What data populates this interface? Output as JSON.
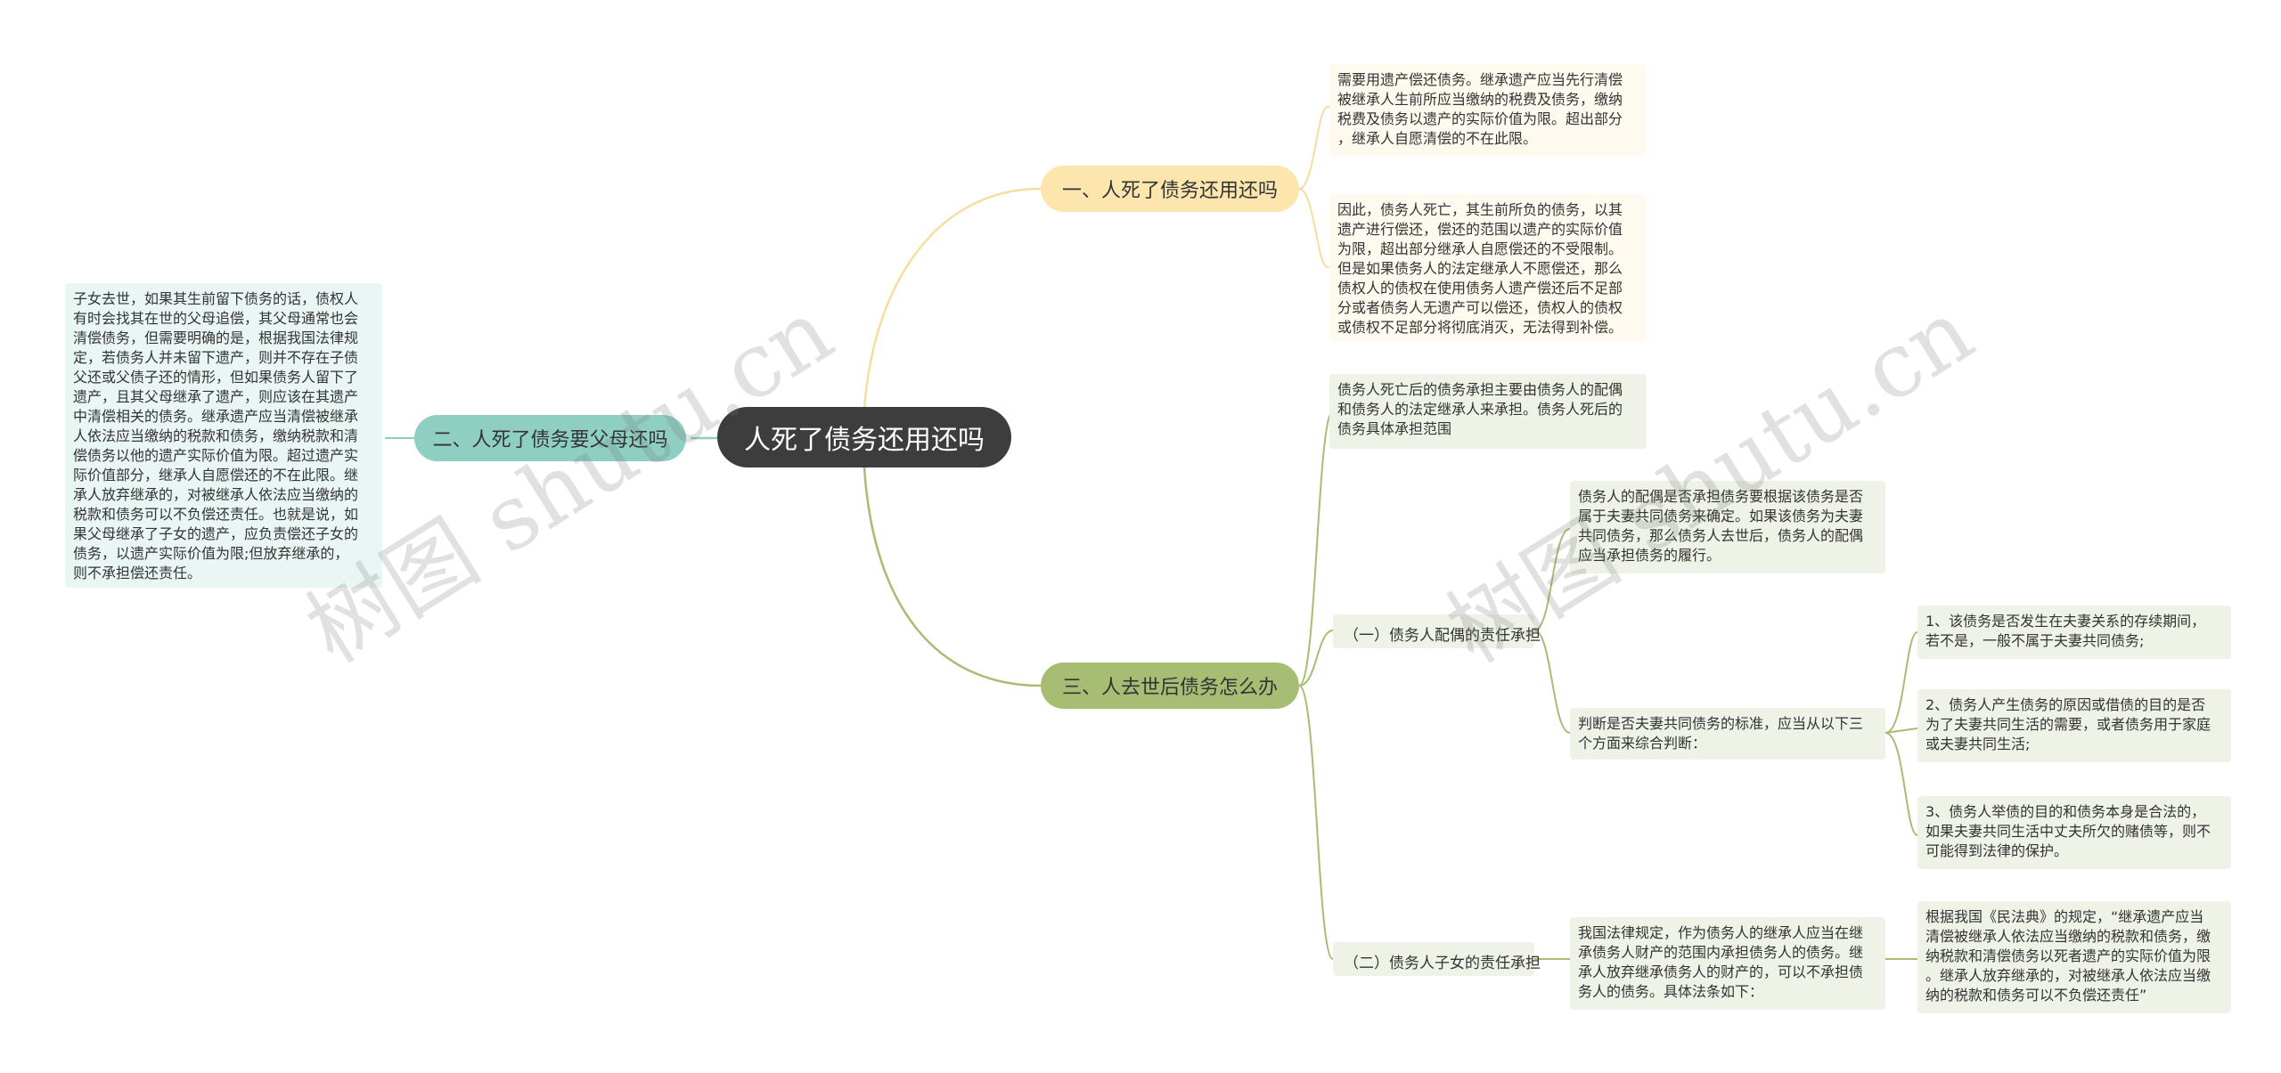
{
  "center": "人死了债务还用还吗",
  "branches": {
    "b1": {
      "label": "一、人死了债务还用还吗",
      "leaf1": "需要用遗产偿还债务。继承遗产应当先行清偿\n被继承人生前所应当缴纳的税费及债务，缴纳\n税费及债务以遗产的实际价值为限。超出部分\n，继承人自愿清偿的不在此限。",
      "leaf2": "因此，债务人死亡，其生前所负的债务，以其\n遗产进行偿还，偿还的范围以遗产的实际价值\n为限，超出部分继承人自愿偿还的不受限制。\n但是如果债务人的法定继承人不愿偿还，那么\n债权人的债权在使用债务人遗产偿还后不足部\n分或者债务人无遗产可以偿还，债权人的债权\n或债权不足部分将彻底消灭，无法得到补偿。"
    },
    "b2": {
      "label": "二、人死了债务要父母还吗",
      "leaf1": "子女去世，如果其生前留下债务的话，债权人\n有时会找其在世的父母追偿，其父母通常也会\n清偿债务，但需要明确的是，根据我国法律规\n定，若债务人并未留下遗产，则并不存在子债\n父还或父债子还的情形，但如果债务人留下了\n遗产，且其父母继承了遗产，则应该在其遗产\n中清偿相关的债务。继承遗产应当清偿被继承\n人依法应当缴纳的税款和债务，缴纳税款和清\n偿债务以他的遗产实际价值为限。超过遗产实\n际价值部分，继承人自愿偿还的不在此限。继\n承人放弃继承的，对被继承人依法应当缴纳的\n税款和债务可以不负偿还责任。也就是说，如\n果父母继承了子女的遗产，应负责偿还子女的\n债务，以遗产实际价值为限;但放弃继承的，\n则不承担偿还责任。"
    },
    "b3": {
      "label": "三、人去世后债务怎么办",
      "intro": "债务人死亡后的债务承担主要由债务人的配偶\n和债务人的法定继承人来承担。债务人死后的\n债务具体承担范围",
      "sub1": {
        "label": "（一）债务人配偶的责任承担",
        "a": "债务人的配偶是否承担债务要根据该债务是否\n属于夫妻共同债务来确定。如果该债务为夫妻\n共同债务，那么债务人去世后，债务人的配偶\n应当承担债务的履行。",
        "b": "判断是否夫妻共同债务的标准，应当从以下三\n个方面来综合判断：",
        "c1": "1、该债务是否发生在夫妻关系的存续期间，\n若不是，一般不属于夫妻共同债务;",
        "c2": "2、债务人产生债务的原因或借债的目的是否\n为了夫妻共同生活的需要，或者债务用于家庭\n或夫妻共同生活;",
        "c3": "3、债务人举债的目的和债务本身是合法的，\n如果夫妻共同生活中丈夫所欠的赌债等，则不\n可能得到法律的保护。"
      },
      "sub2": {
        "label": "（二）债务人子女的责任承担",
        "a": "我国法律规定，作为债务人的继承人应当在继\n承债务人财产的范围内承担债务人的债务。继\n承人放弃继承债务人的财产的，可以不承担债\n务人的债务。具体法条如下：",
        "b": "根据我国《民法典》的规定，“继承遗产应当\n清偿被继承人依法应当缴纳的税款和债务，缴\n纳税款和清偿债务以死者遗产的实际价值为限\n。继承人放弃继承的，对被继承人依法应当缴\n纳的税款和债务可以不负偿还责任”"
      }
    }
  },
  "watermark": "树图 shutu.cn",
  "colors": {
    "center": "#3d3d3d",
    "branch1": "#fce6ad",
    "branch2": "#8fcfc2",
    "branch3": "#a7bd74",
    "line1": "#f7dda0",
    "line2": "#8fcfc2",
    "line3": "#a7bd74"
  }
}
